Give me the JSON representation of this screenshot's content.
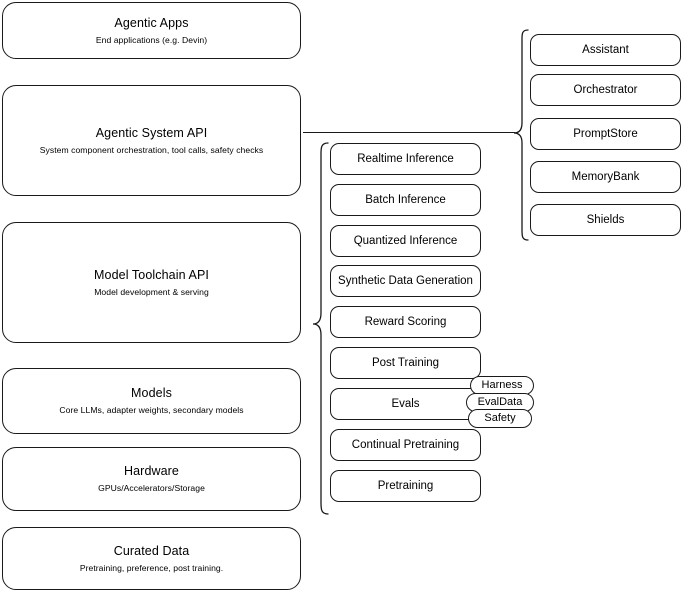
{
  "diagram": {
    "title": "Agentic stack layered architecture",
    "stack": [
      {
        "id": "agentic-apps",
        "title": "Agentic Apps",
        "subtitle": "End applications (e.g. Devin)"
      },
      {
        "id": "agentic-system-api",
        "title": "Agentic System API",
        "subtitle": "System component orchestration, tool calls, safety checks"
      },
      {
        "id": "model-toolchain-api",
        "title": "Model Toolchain API",
        "subtitle": "Model development & serving"
      },
      {
        "id": "models",
        "title": "Models",
        "subtitle": "Core LLMs, adapter weights, secondary models"
      },
      {
        "id": "hardware",
        "title": "Hardware",
        "subtitle": "GPUs/Accelerators/Storage"
      },
      {
        "id": "curated-data",
        "title": "Curated Data",
        "subtitle": "Pretraining, preference, post training."
      }
    ],
    "toolchain_components": [
      {
        "id": "realtime-inference",
        "label": "Realtime Inference"
      },
      {
        "id": "batch-inference",
        "label": "Batch Inference"
      },
      {
        "id": "quantized-inference",
        "label": "Quantized Inference"
      },
      {
        "id": "synthetic-data-generation",
        "label": "Synthetic Data Generation"
      },
      {
        "id": "reward-scoring",
        "label": "Reward Scoring"
      },
      {
        "id": "post-training",
        "label": "Post Training"
      },
      {
        "id": "evals",
        "label": "Evals"
      },
      {
        "id": "continual-pretraining",
        "label": "Continual Pretraining"
      },
      {
        "id": "pretraining",
        "label": "Pretraining"
      }
    ],
    "evals_subcomponents": [
      {
        "id": "harness",
        "label": "Harness"
      },
      {
        "id": "evaldata",
        "label": "EvalData"
      },
      {
        "id": "safety",
        "label": "Safety"
      }
    ],
    "system_components": [
      {
        "id": "assistant",
        "label": "Assistant"
      },
      {
        "id": "orchestrator",
        "label": "Orchestrator"
      },
      {
        "id": "promptstore",
        "label": "PromptStore"
      },
      {
        "id": "memorybank",
        "label": "MemoryBank"
      },
      {
        "id": "shields",
        "label": "Shields"
      }
    ],
    "colors": {
      "stroke": "#1a1a1a",
      "background": "#ffffff",
      "text": "#000000"
    }
  }
}
